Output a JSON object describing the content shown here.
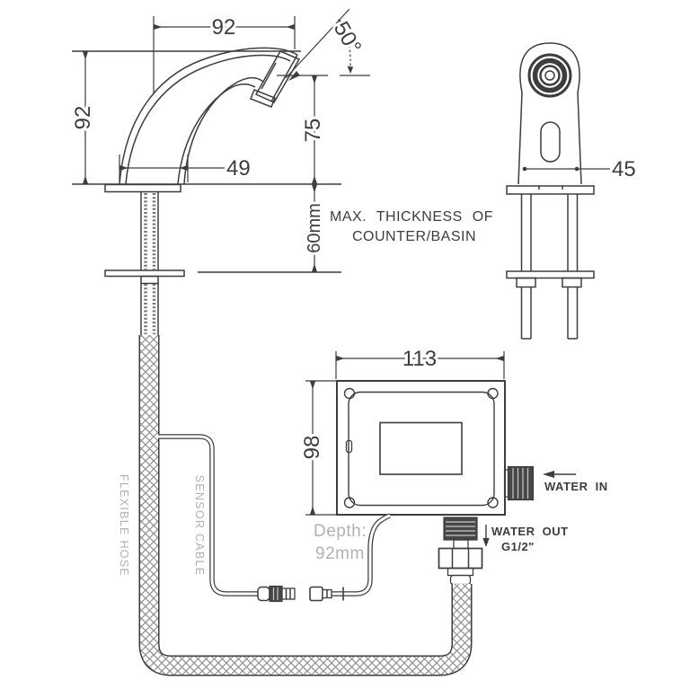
{
  "drawing_title": "sensor-faucet-installation-drawing",
  "colors": {
    "line": "#3d3d3d",
    "muted_text": "#b2b2b2",
    "port_fill": "#474747",
    "background": "#ffffff"
  },
  "side_view": {
    "dim_spout_reach": "92",
    "dim_spout_height": "92",
    "dim_spout_angle": "50°",
    "dim_outlet_height": "75",
    "dim_base_width": "49",
    "dim_counter_thickness": "60mm",
    "note_line1": "MAX. THICKNESS OF",
    "note_line2": "COUNTER/BASIN"
  },
  "front_view": {
    "dim_body_width": "45"
  },
  "control_box": {
    "dim_width": "113",
    "dim_height": "98",
    "depth_label": "Depth:",
    "depth_value": "92mm",
    "water_in_label": "WATER IN",
    "water_out_label": "WATER OUT",
    "water_out_thread": "G1/2\""
  },
  "plumbing": {
    "hose_label": "FLEXIBLE HOSE",
    "cable_label": "SENSOR CABLE"
  }
}
